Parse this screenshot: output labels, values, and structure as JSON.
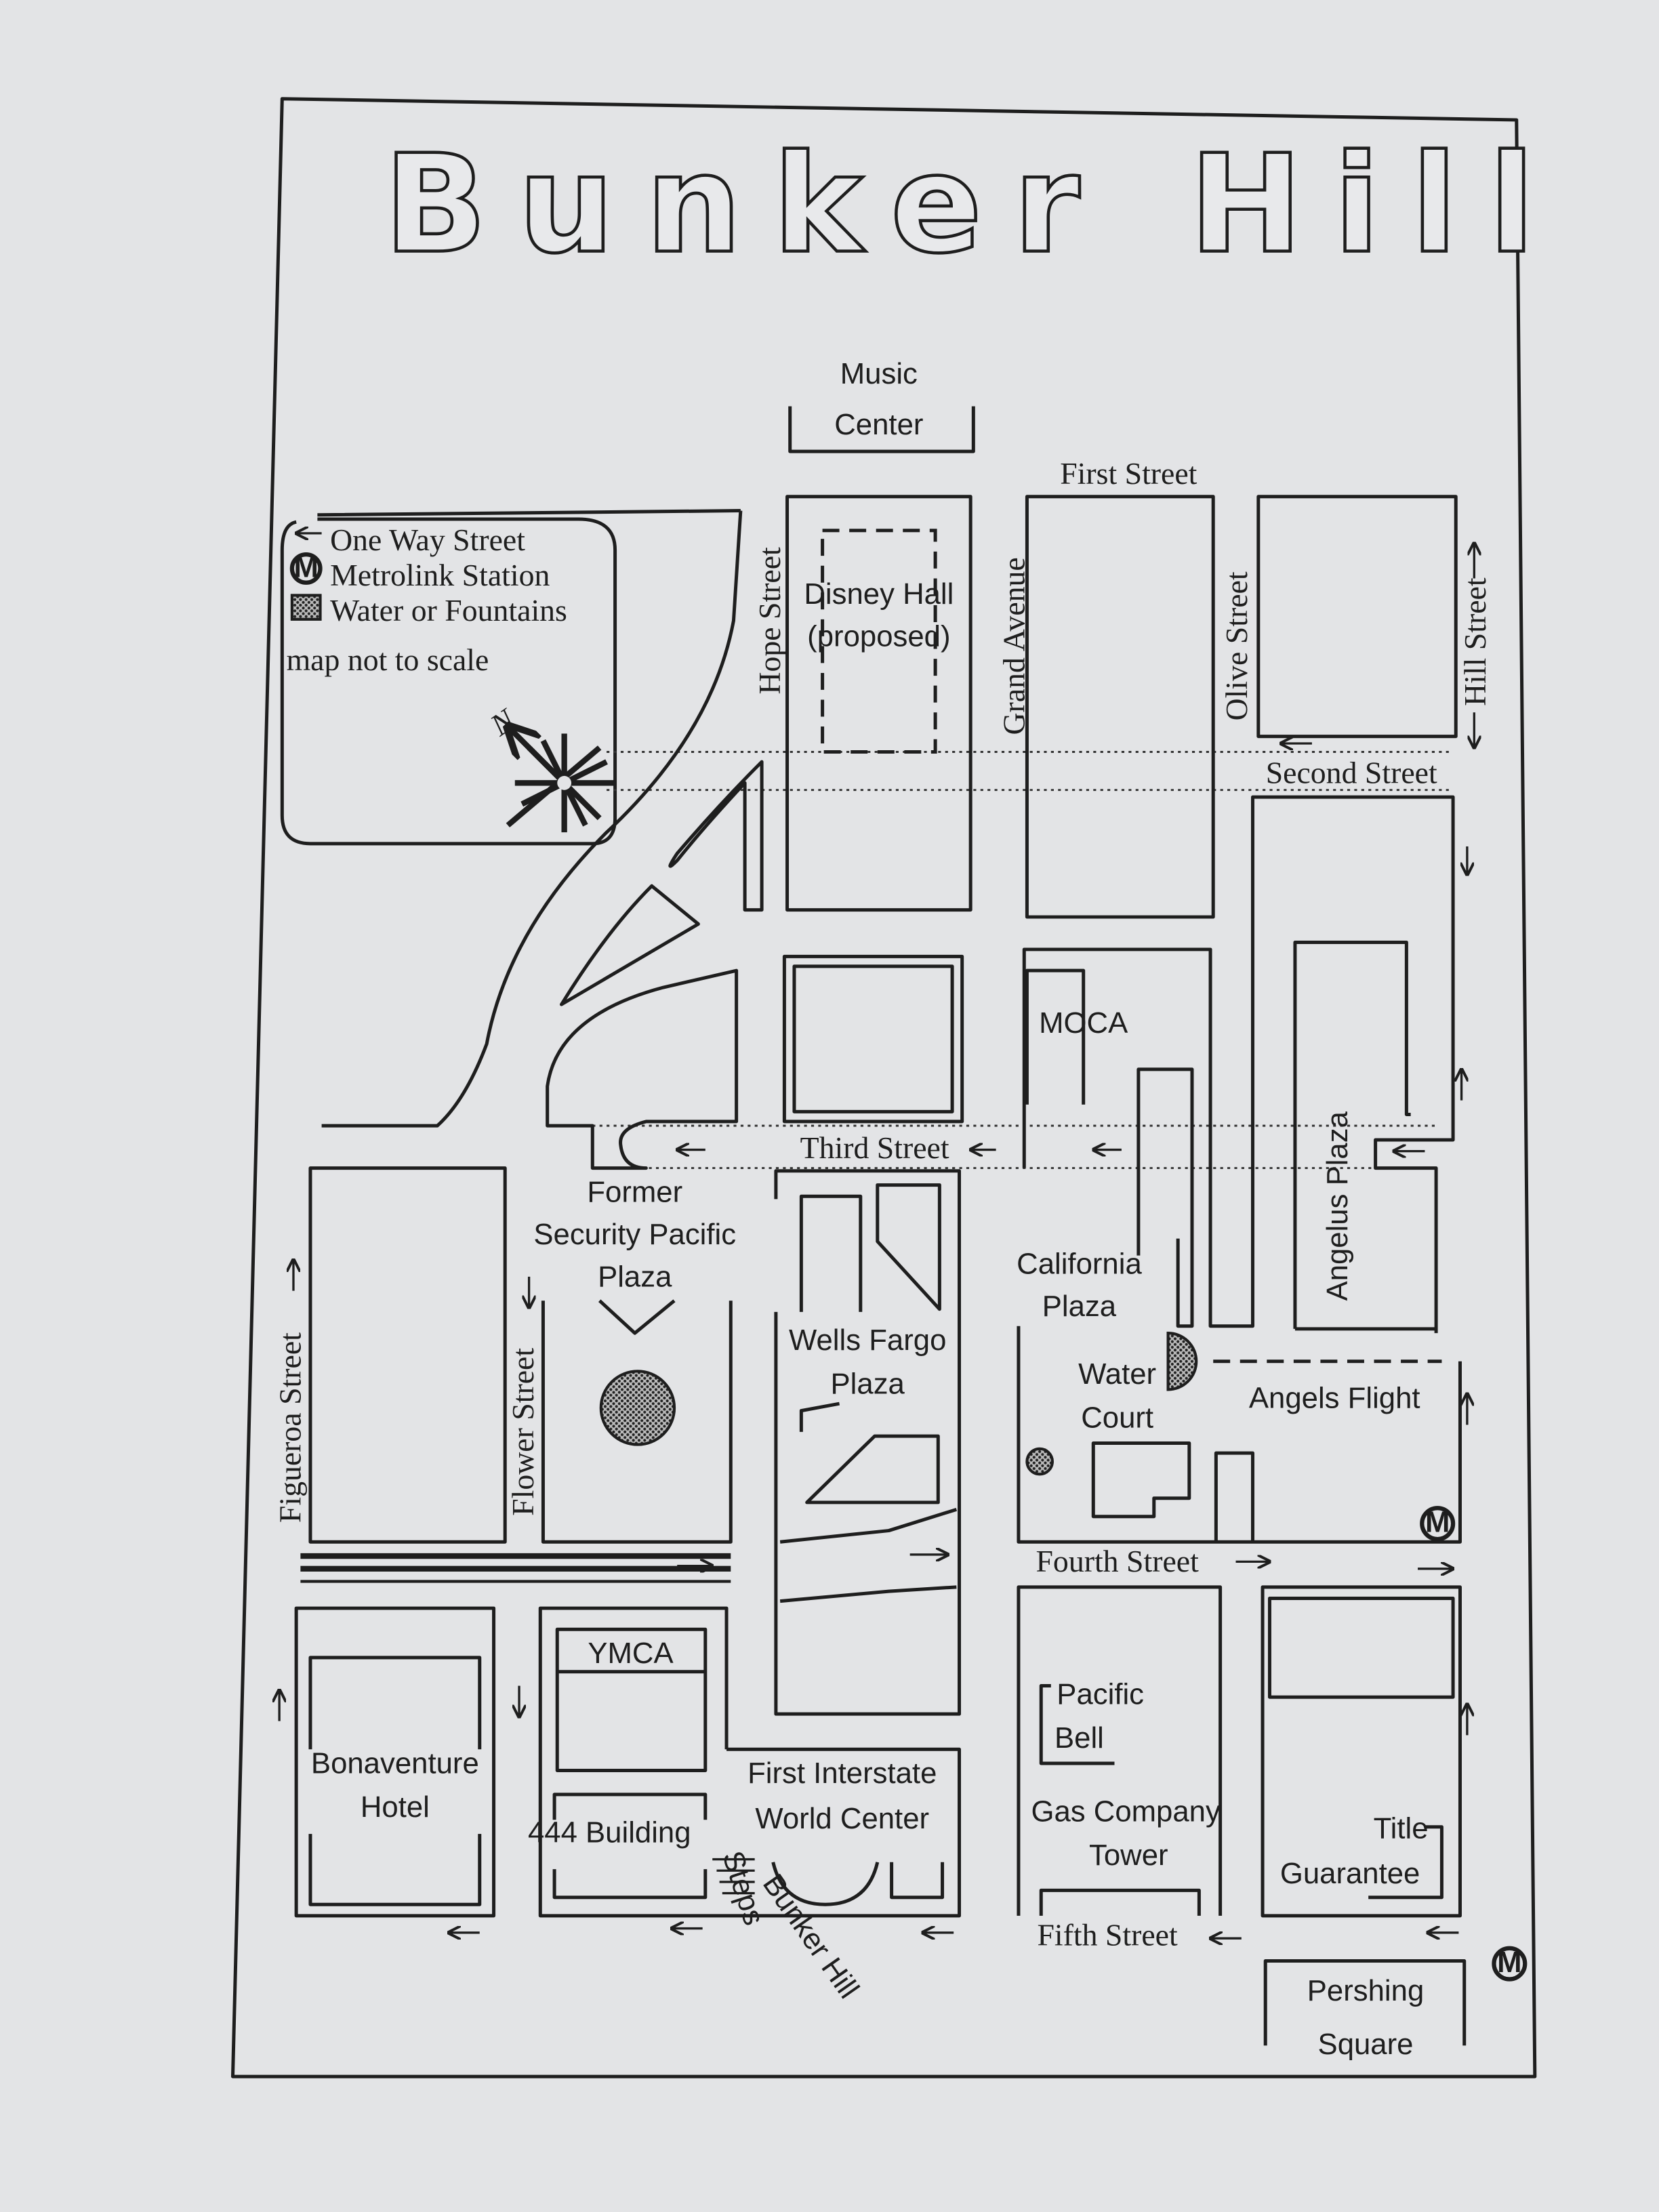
{
  "title": "Bunker Hill",
  "legend": {
    "one_way": "One Way Street",
    "metro": "Metrolink Station",
    "water": "Water or Fountains",
    "scale_note": "map not to scale",
    "north": "N",
    "metro_symbol": "M"
  },
  "streets": {
    "first": "First Street",
    "second": "Second Street",
    "third": "Third Street",
    "fourth": "Fourth Street",
    "fifth": "Fifth Street",
    "hope": "Hope Street",
    "grand": "Grand Avenue",
    "olive": "Olive Street",
    "hill": "Hill Street",
    "figueroa": "Figueroa Street",
    "flower": "Flower Street"
  },
  "places": {
    "music_center": [
      "Music",
      "Center"
    ],
    "disney_hall": [
      "Disney Hall",
      "(proposed)"
    ],
    "moca": "MOCA",
    "angelus_plaza": "Angelus Plaza",
    "security_pacific": [
      "Former",
      "Security Pacific",
      "Plaza"
    ],
    "wells_fargo": [
      "Wells Fargo",
      "Plaza"
    ],
    "california_plaza": [
      "California",
      "Plaza"
    ],
    "water_court": [
      "Water",
      "Court"
    ],
    "angels_flight": "Angels Flight",
    "ymca": "YMCA",
    "bonaventure": [
      "Bonaventure",
      "Hotel"
    ],
    "building_444": "444 Building",
    "first_interstate": [
      "First Interstate",
      "World Center"
    ],
    "bunker_hill_steps": [
      "Bunker Hill",
      "Steps"
    ],
    "pacific_bell": [
      "Pacific",
      "Bell"
    ],
    "gas_company": [
      "Gas Company",
      "Tower"
    ],
    "title_guarantee": [
      "Title",
      "Guarantee"
    ],
    "pershing_square": [
      "Pershing",
      "Square"
    ]
  }
}
